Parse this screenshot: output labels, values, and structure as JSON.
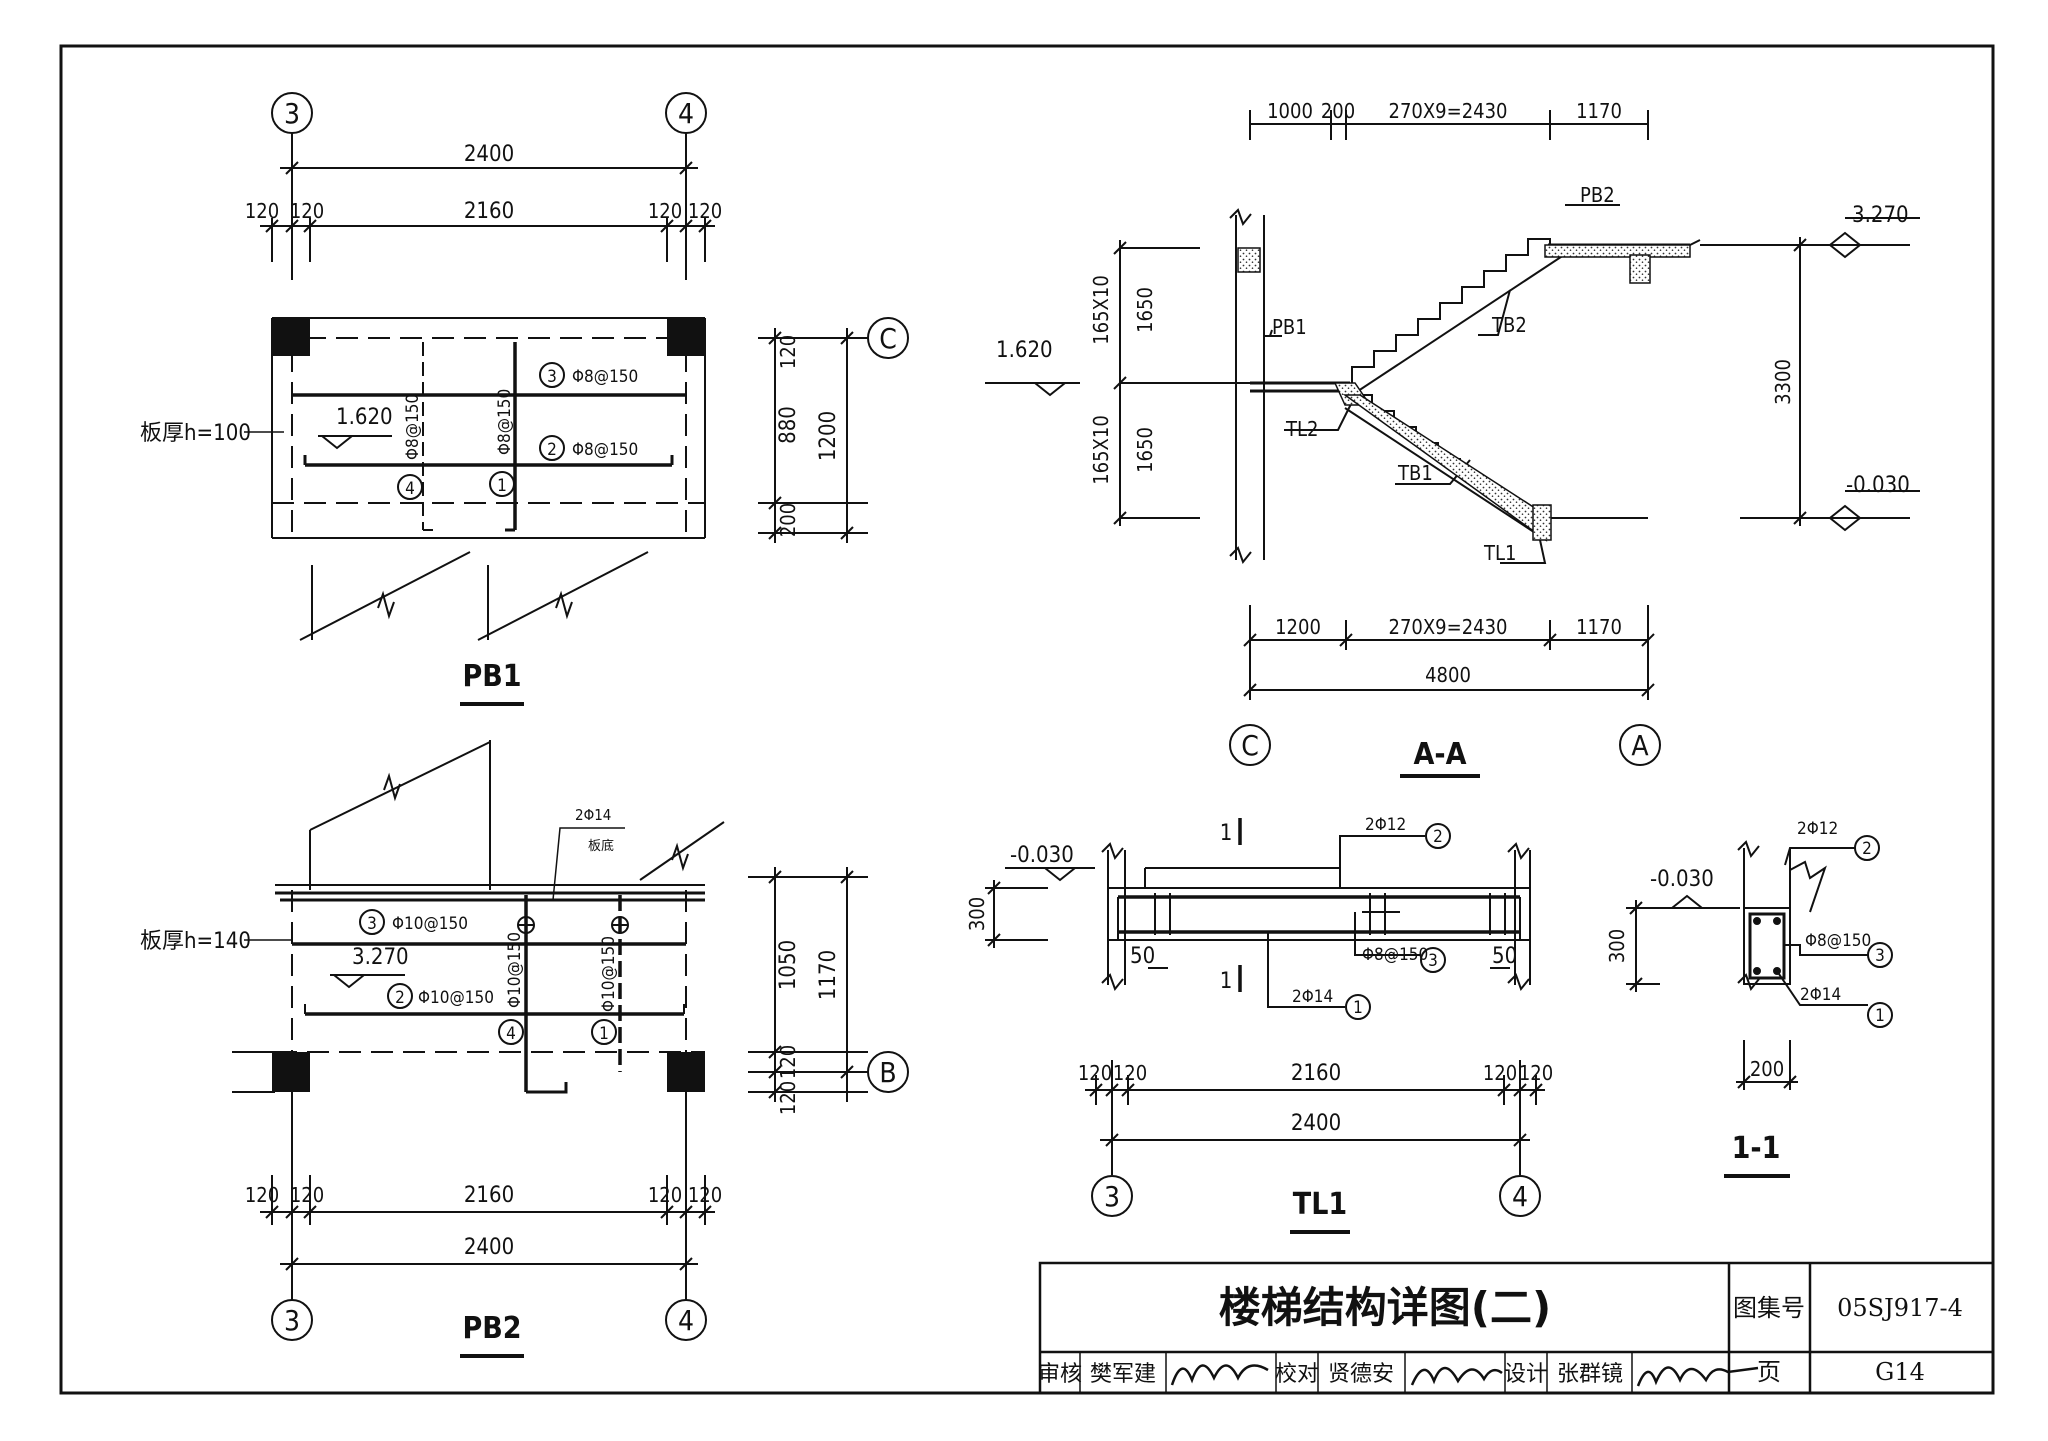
{
  "pb1": {
    "title": "PB1",
    "axis_left": "3",
    "axis_right": "4",
    "axis_c": "C",
    "dim_total": "2400",
    "dim_120a": "120",
    "dim_120b": "120",
    "dim_clear": "2160",
    "dim_120c": "120",
    "dim_120d": "120",
    "thickness": "板厚h=100",
    "elev": "1.620",
    "bar3": "Φ8@150",
    "bar2": "Φ8@150",
    "bar4_vert": "Φ8@150",
    "bar1_vert": "Φ8@150",
    "mark1": "1",
    "mark2": "2",
    "mark3": "3",
    "mark4": "4",
    "dim_v120": "120",
    "dim_v880": "880",
    "dim_v200": "200",
    "dim_v1200": "1200"
  },
  "pb2": {
    "title": "PB2",
    "axis_left": "3",
    "axis_right": "4",
    "axis_b": "B",
    "dim_total": "2400",
    "dim_120a": "120",
    "dim_120b": "120",
    "dim_clear": "2160",
    "dim_120c": "120",
    "dim_120d": "120",
    "thickness": "板厚h=140",
    "elev": "3.270",
    "bar3": "Φ10@150",
    "bar2": "Φ10@150",
    "bar4_vert": "Φ10@150",
    "bar1_vert": "Φ10@150",
    "mark1": "1",
    "mark2": "2",
    "mark3": "3",
    "mark4": "4",
    "note_bar": "2Φ14",
    "note_pos": "板底",
    "dim_v1050": "1050",
    "dim_v120a": "120",
    "dim_v120b": "120",
    "dim_v1170": "1170"
  },
  "aa": {
    "title": "A-A",
    "top_1000": "1000",
    "top_200": "200",
    "top_run": "270X9=2430",
    "top_1170": "1170",
    "bot_1200": "1200",
    "bot_run": "270X9=2430",
    "bot_1170": "1170",
    "bot_total": "4800",
    "v_steps_top": "165X10",
    "v_1650_top": "1650",
    "v_steps_bot": "165X10",
    "v_1650_bot": "1650",
    "v_total": "3300",
    "elev_mid": "1.620",
    "elev_top": "3.270",
    "elev_bot": "-0.030",
    "lbl_pb1": "PB1",
    "lbl_pb2": "PB2",
    "lbl_tb1": "TB1",
    "lbl_tb2": "TB2",
    "lbl_tl1": "TL1",
    "lbl_tl2": "TL2",
    "axis_c": "C",
    "axis_a": "A"
  },
  "tl1": {
    "title": "TL1",
    "elev": "-0.030",
    "depth": "300",
    "cut": "1",
    "bar_top": "2Φ12",
    "mark_top": "2",
    "stirrup": "Φ8@150",
    "mark_stir": "3",
    "bar_bot": "2Φ14",
    "mark_bot": "1",
    "dim_50a": "50",
    "dim_50b": "50",
    "dim_120a": "120",
    "dim_120b": "120",
    "dim_clear": "2160",
    "dim_120c": "120",
    "dim_120d": "120",
    "dim_total": "2400",
    "axis_left": "3",
    "axis_right": "4"
  },
  "sec11": {
    "title": "1-1",
    "elev": "-0.030",
    "depth": "300",
    "width": "200",
    "bar_top": "2Φ12",
    "mark_top": "2",
    "stirrup": "Φ8@150",
    "mark_stir": "3",
    "bar_bot": "2Φ14",
    "mark_bot": "1"
  },
  "title_block": {
    "drawing_title": "楼梯结构详图(二)",
    "atlas_label": "图集号",
    "atlas_no": "05SJ917-4",
    "page_label": "页",
    "page_no": "G14",
    "review_label": "审核",
    "reviewer": "樊军建",
    "check_label": "校对",
    "checker": "贤德安",
    "design_label": "设计",
    "designer": "张群镜"
  }
}
